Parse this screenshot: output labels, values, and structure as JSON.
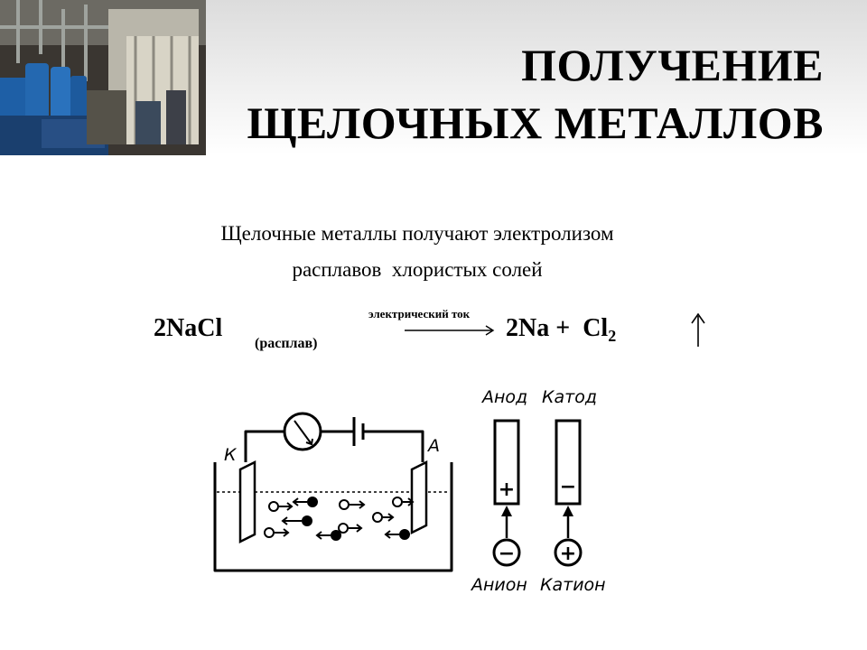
{
  "slide": {
    "title_line1": "ПОЛУЧЕНИЕ",
    "title_line2": "ЩЕЛОЧНЫХ МЕТАЛЛОВ",
    "subtitle_line1": "Щелочные металлы получают электролизом",
    "subtitle_line2": "расплавов  хлористых солей"
  },
  "equation": {
    "lhs": "2NaCl",
    "lhs_state": "(расплав)",
    "condition": "электрический ток",
    "rhs_na": "2Na +",
    "rhs_cl": "Cl",
    "rhs_cl_sub": "2"
  },
  "diagram": {
    "label_k": "К",
    "label_a": "А",
    "anode_label": "Анод",
    "cathode_label": "Катод",
    "anode_sign": "+",
    "cathode_sign": "−",
    "anion_sign": "−",
    "cation_sign": "+",
    "anion_label": "Анион",
    "cation_label": "Катион"
  },
  "colors": {
    "photo_blue": "#1e5fa6",
    "title_bar": "#e6e6e6"
  }
}
